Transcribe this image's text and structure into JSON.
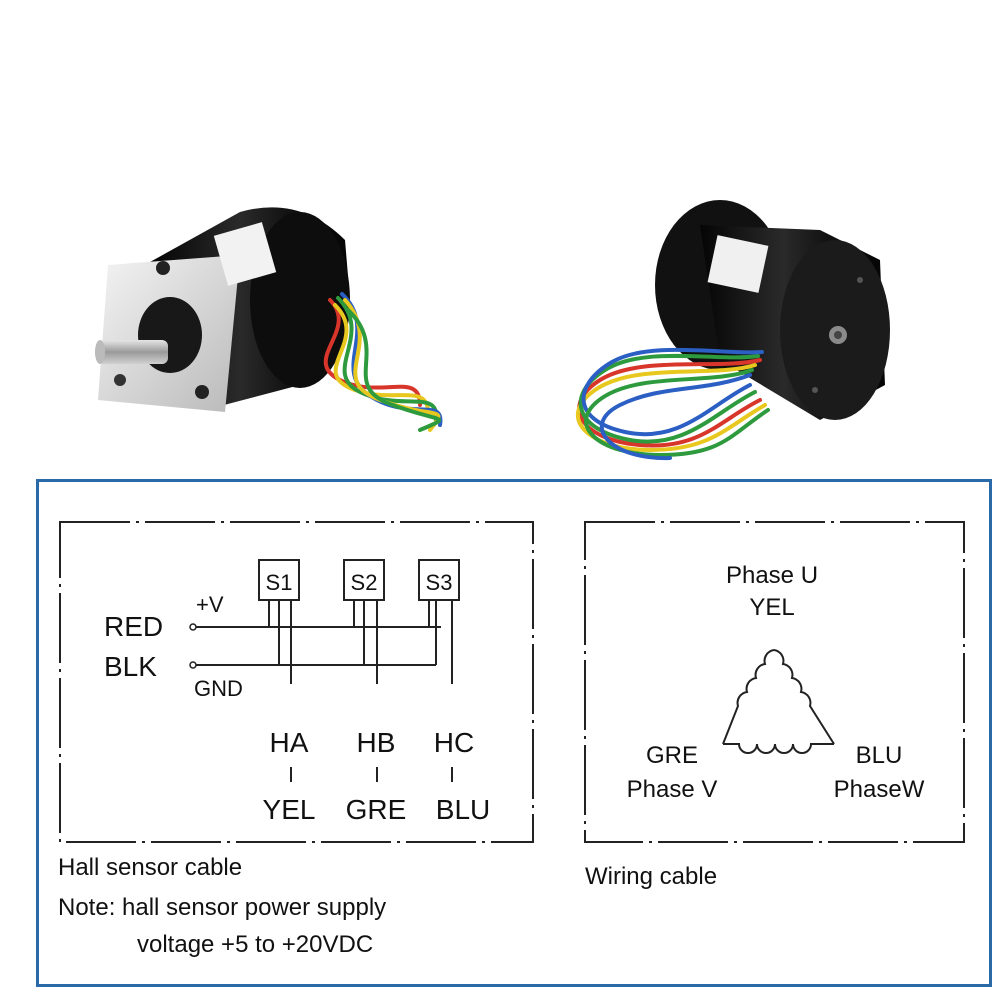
{
  "hall": {
    "supply_pos": "+V",
    "red": "RED",
    "blk": "BLK",
    "gnd": "GND",
    "sensors": [
      "S1",
      "S2",
      "S3"
    ],
    "outputs": [
      "HA",
      "HB",
      "HC"
    ],
    "colors": [
      "YEL",
      "GRE",
      "BLU"
    ],
    "caption": "Hall sensor cable",
    "note_line1": "Note: hall sensor power supply",
    "note_line2": "voltage +5 to +20VDC"
  },
  "wiring": {
    "phase_u": "Phase U",
    "u_color": "YEL",
    "v_color": "GRE",
    "phase_v": "Phase V",
    "w_color": "BLU",
    "phase_w": "PhaseW",
    "caption": "Wiring cable"
  },
  "colors": {
    "panel_border": "#2a6aa8",
    "motor_body": "#151515",
    "wire_red": "#d8352b",
    "wire_yellow": "#e8c81e",
    "wire_green": "#2e9a3e",
    "wire_blue": "#2b5fc4"
  }
}
